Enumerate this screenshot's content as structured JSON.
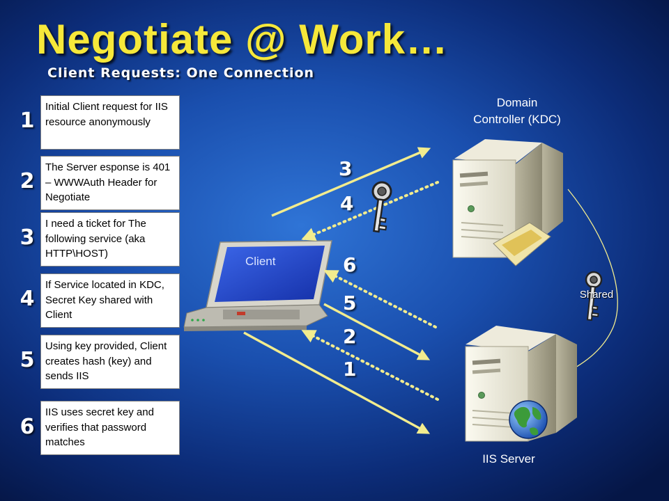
{
  "title": "Negotiate @ Work…",
  "subtitle": "Client Requests:  One Connection",
  "steps": [
    {
      "number": "1",
      "text": "Initial Client request for IIS resource anonymously"
    },
    {
      "number": "2",
      "text": "The Server esponse is 401 – WWWAuth Header for Negotiate"
    },
    {
      "number": "3",
      "text": "I need a ticket for The following service (aka HTTP\\HOST)"
    },
    {
      "number": "4",
      "text": "If Service located in KDC, Secret Key shared with Client"
    },
    {
      "number": "5",
      "text": "Using key provided, Client creates hash (key) and sends IIS"
    },
    {
      "number": "6",
      "text": "IIS uses secret key and verifies that password matches"
    }
  ],
  "labels": {
    "dc_line1": "Domain",
    "dc_line2": "Controller (KDC)",
    "iis": "IIS Server",
    "client": "Client",
    "shared": "Shared"
  },
  "arrow_numbers": {
    "a3": "3",
    "a4": "4",
    "a6": "6",
    "a5": "5",
    "a2": "2",
    "a1": "1"
  },
  "colors": {
    "title": "#f6e83a",
    "arrow": "#f2ec8e",
    "background": "#1a4fae"
  }
}
